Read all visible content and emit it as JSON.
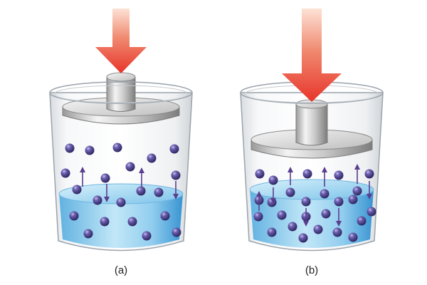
{
  "panels": [
    {
      "id": "a",
      "label": "(a)"
    },
    {
      "id": "b",
      "label": "(b)"
    }
  ],
  "colors": {
    "arrow_top": "#f08a70",
    "arrow_bottom": "#e8342a",
    "liquid_light": "#bfe6f7",
    "liquid_dark": "#2f8fd0",
    "molecule": "#4b3f8a",
    "molecule_highlight": "#b6acdc",
    "motion_arrow": "#5a3e8e",
    "glass_edge": "#9aa3ab",
    "piston_light": "#f2f2f2",
    "piston_dark": "#8d8d8d"
  }
}
